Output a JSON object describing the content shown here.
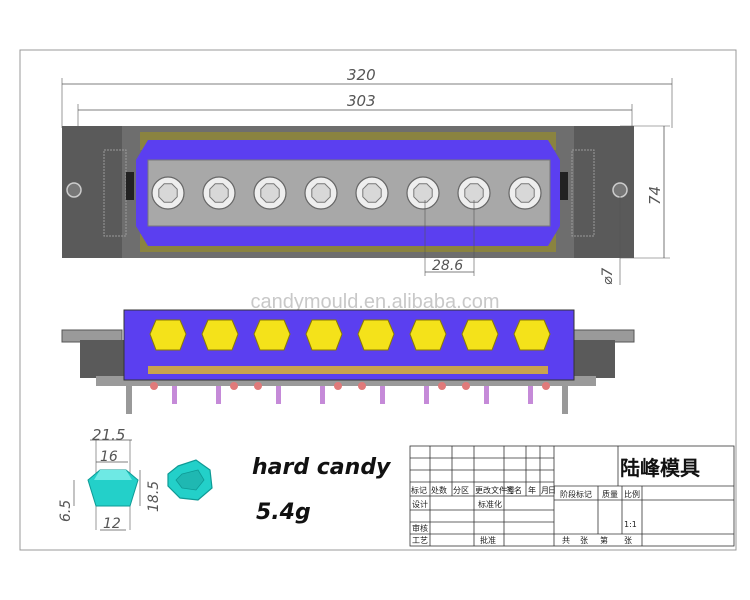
{
  "watermark": "candymould.en.alibaba.com",
  "top_view": {
    "dim_overall": "320",
    "dim_inner": "303",
    "dim_height": "74",
    "dim_pitch": "28.6",
    "dim_pin": "⌀7",
    "cavity_count": 8
  },
  "candy": {
    "dim_top": "21.5",
    "dim_mid": "16",
    "dim_left": "6.5",
    "dim_right": "18.5",
    "dim_bottom": "12",
    "name": "hard candy",
    "weight": "5.4g"
  },
  "title_block": {
    "company": "陆峰模具",
    "row1": [
      "标记",
      "处数",
      "分区",
      "更改文件号",
      "签名",
      "年",
      "月",
      "日"
    ],
    "design": "设计",
    "standard": "标准化",
    "review": "审核",
    "process": "工艺",
    "approve": "批准",
    "stage_mark": "阶段标记",
    "mass": "质量",
    "scale": "比例",
    "scale_value": "1:1",
    "total": "共",
    "sheets": "张",
    "no": "第",
    "sheet": "张"
  },
  "colors": {
    "purple": "#5b3ff0",
    "frame": "#5a5a5a",
    "plate": "#a8a8a8",
    "candy_yellow": "#f4e21a",
    "candy_teal": "#23d0c9"
  }
}
